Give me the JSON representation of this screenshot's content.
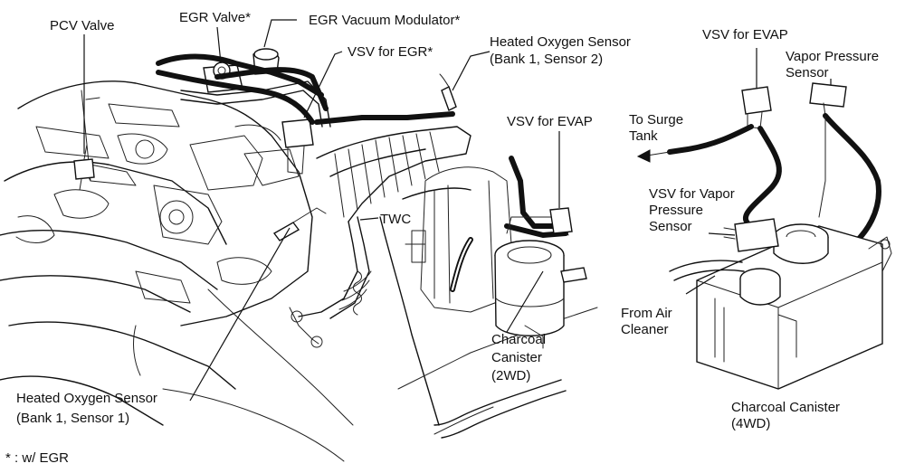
{
  "diagram": {
    "colors": {
      "ink": "#111111",
      "paper": "#ffffff"
    },
    "labels": {
      "pcv_valve": "PCV Valve",
      "egr_valve": "EGR Valve*",
      "egr_vacuum_modulator": "EGR Vacuum Modulator*",
      "vsv_for_egr": "VSV for EGR*",
      "heated_o2_b1s2_line1": "Heated Oxygen Sensor",
      "heated_o2_b1s2_line2": "(Bank 1, Sensor 2)",
      "vsv_for_evap_left": "VSV for EVAP",
      "twc": "TWC",
      "heated_o2_b1s1_line1": "Heated Oxygen Sensor",
      "heated_o2_b1s1_line2": "(Bank 1, Sensor 1)",
      "charcoal_canister_2wd_line1": "Charcoal",
      "charcoal_canister_2wd_line2": "Canister",
      "charcoal_canister_2wd_line3": "(2WD)",
      "vsv_for_evap_right": "VSV for EVAP",
      "vapor_pressure_sensor_line1": "Vapor Pressure",
      "vapor_pressure_sensor_line2": "Sensor",
      "to_surge_tank_line1": "To Surge",
      "to_surge_tank_line2": "Tank",
      "vsv_for_vapor_pressure_sensor_line1": "VSV for Vapor",
      "vsv_for_vapor_pressure_sensor_line2": "Pressure",
      "vsv_for_vapor_pressure_sensor_line3": "Sensor",
      "from_air_cleaner_line1": "From Air",
      "from_air_cleaner_line2": "Cleaner",
      "charcoal_canister_4wd_line1": "Charcoal Canister",
      "charcoal_canister_4wd_line2": "(4WD)",
      "footnote": "* : w/ EGR"
    }
  }
}
